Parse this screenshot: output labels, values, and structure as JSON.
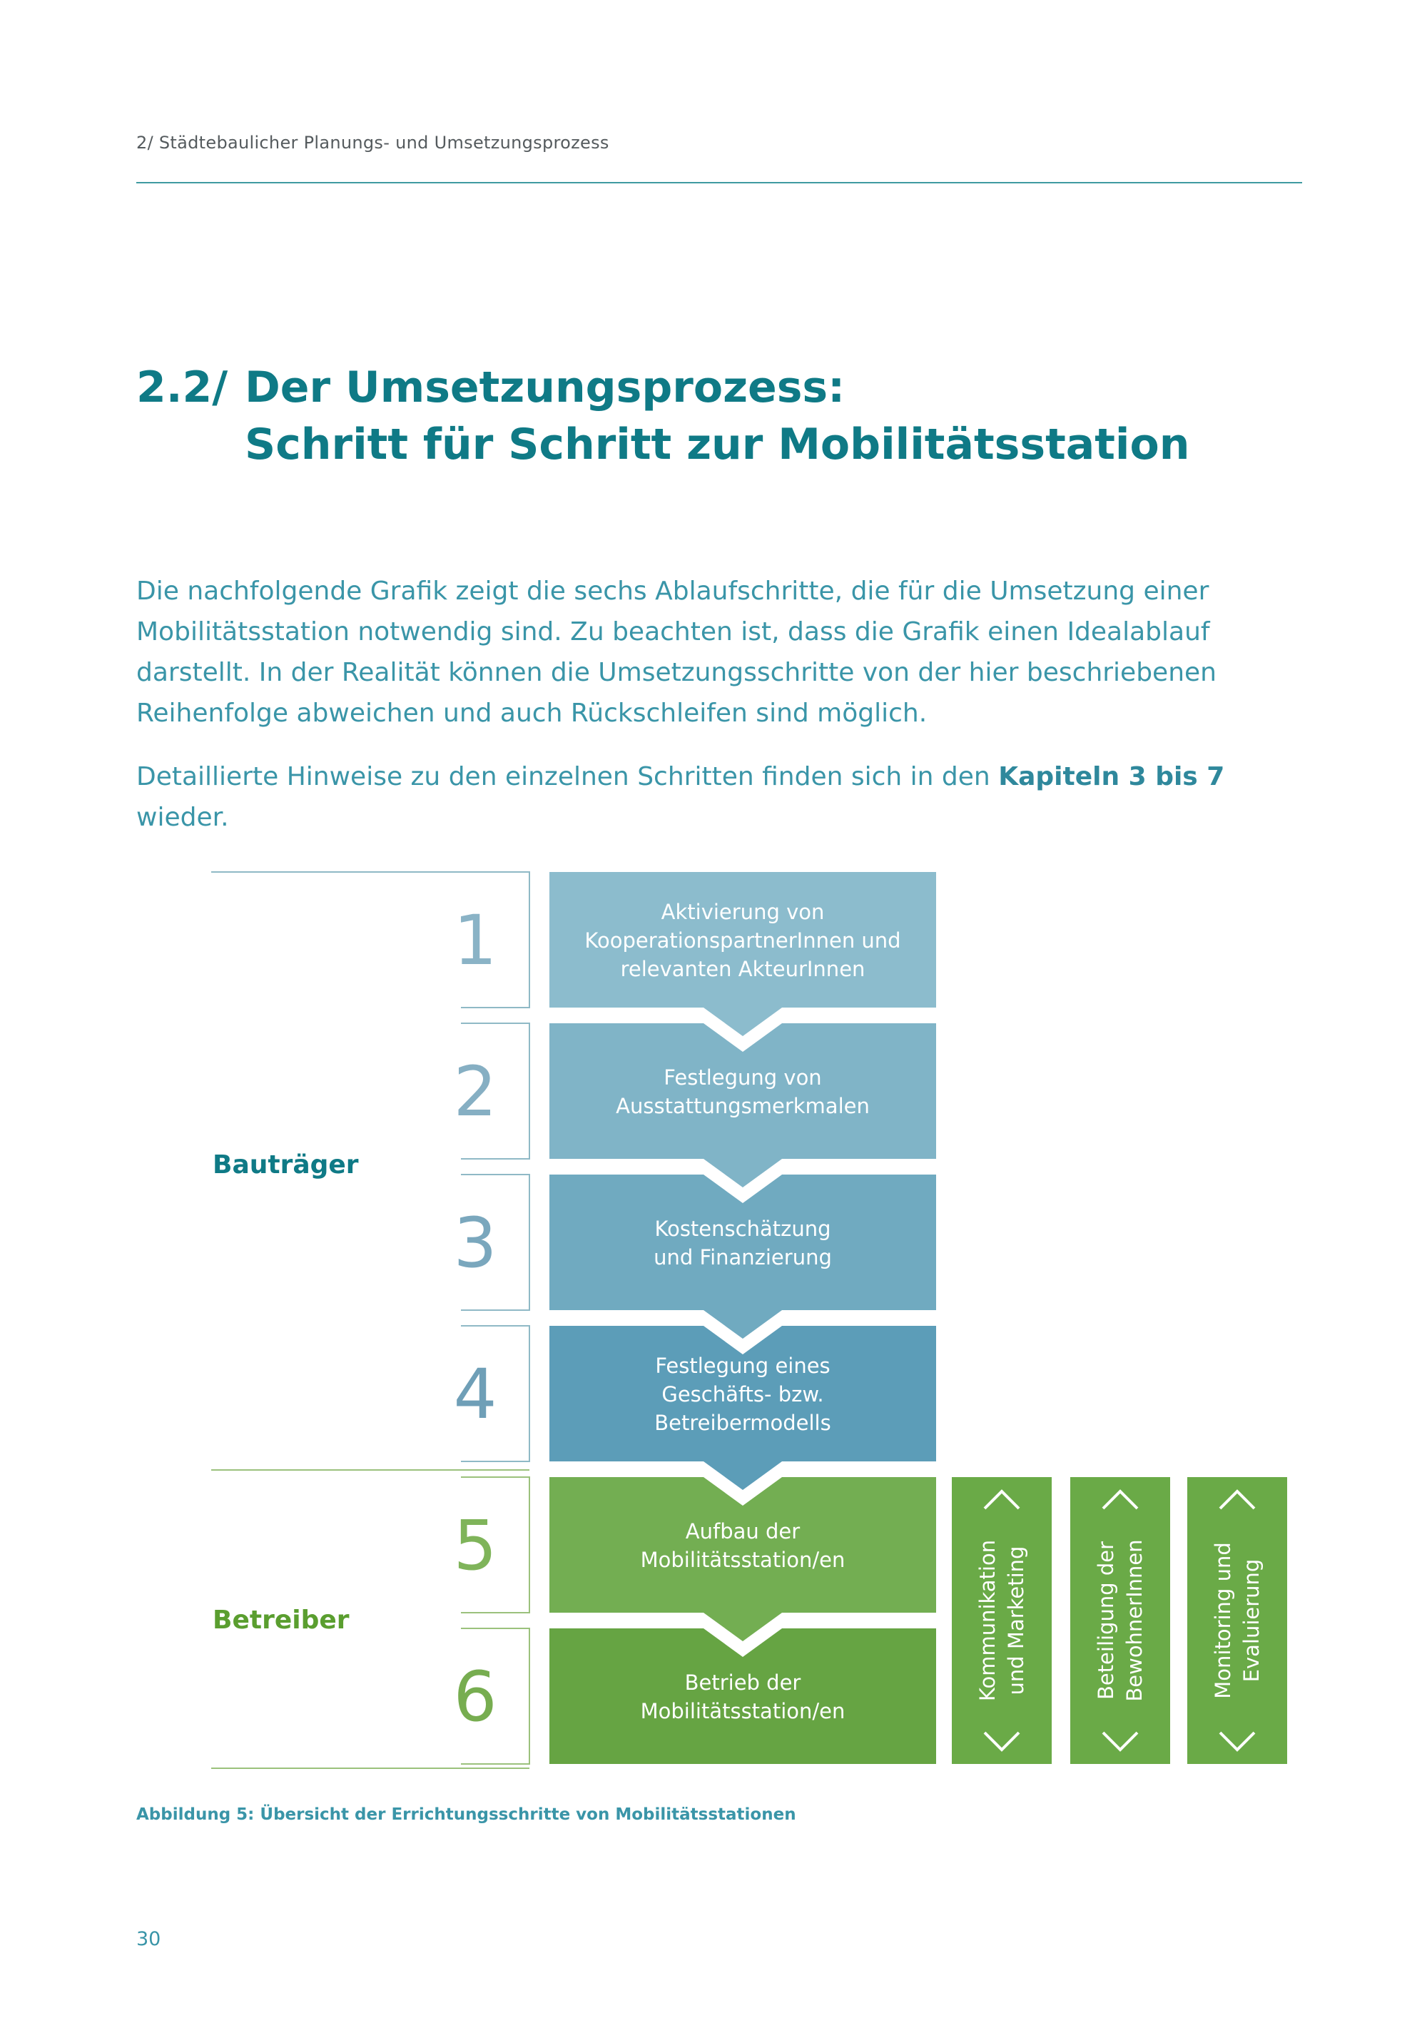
{
  "header": {
    "running_head": "2/ Städtebaulicher Planungs- und Umsetzungsprozess"
  },
  "section": {
    "number": "2.2/",
    "title_line1": "Der Umsetzungsprozess:",
    "title_line2": "Schritt für Schritt zur Mobilitätsstation"
  },
  "intro": {
    "p1": "Die nachfolgende Grafik zeigt die sechs Ablaufschritte, die für die Umsetzung einer Mobilitätsstation notwendig sind. Zu beachten ist, dass die Grafik einen Idealablauf darstellt. In der Realität können die Umsetzungsschritte von der hier beschriebenen Reihenfolge abweichen und auch Rückschleifen sind möglich.",
    "p2_before": "Detaillierte Hinweise zu den einzelnen Schritten finden sich in den ",
    "p2_bold": "Kapiteln 3 bis 7",
    "p2_after": " wieder."
  },
  "diagram": {
    "groups": [
      {
        "label": "Bauträger",
        "color": "#0f7a86"
      },
      {
        "label": "Betreiber",
        "color": "#5a9e2f"
      }
    ],
    "steps": [
      {
        "number": "1",
        "lines": [
          "Aktivierung von",
          "KooperationspartnerInnen und",
          "relevanten AkteurInnen"
        ],
        "color": "#8cbccd",
        "number_color": "#8ab3c6"
      },
      {
        "number": "2",
        "lines": [
          "Festlegung von",
          "Ausstattungsmerkmalen"
        ],
        "color": "#80b4c7",
        "number_color": "#86afc3"
      },
      {
        "number": "3",
        "lines": [
          "Kostenschätzung",
          "und Finanzierung"
        ],
        "color": "#70aac0",
        "number_color": "#7aa7bd"
      },
      {
        "number": "4",
        "lines": [
          "Festlegung eines",
          "Geschäfts- bzw.",
          "Betreibermodells"
        ],
        "color": "#5c9db8",
        "number_color": "#6f9fb7"
      },
      {
        "number": "5",
        "lines": [
          "Aufbau der",
          "Mobilitätsstation/en"
        ],
        "color": "#73ae52",
        "number_color": "#7fb45a"
      },
      {
        "number": "6",
        "lines": [
          "Betrieb der",
          "Mobilitätsstation/en"
        ],
        "color": "#66a443",
        "number_color": "#77ad50"
      }
    ],
    "side_columns": [
      {
        "lines": [
          "Kommunikation",
          "und Marketing"
        ]
      },
      {
        "lines": [
          "Beteiligung der",
          "BewohnerInnen"
        ]
      },
      {
        "lines": [
          "Monitoring und",
          "Evaluierung"
        ]
      }
    ],
    "side_color": "#6aaa47",
    "icons": {
      "up": "chevron-up-icon",
      "down": "chevron-down-icon"
    }
  },
  "caption": "Abbildung 5: Übersicht der Errichtungsschritte von Mobilitätsstationen",
  "page_number": "30"
}
